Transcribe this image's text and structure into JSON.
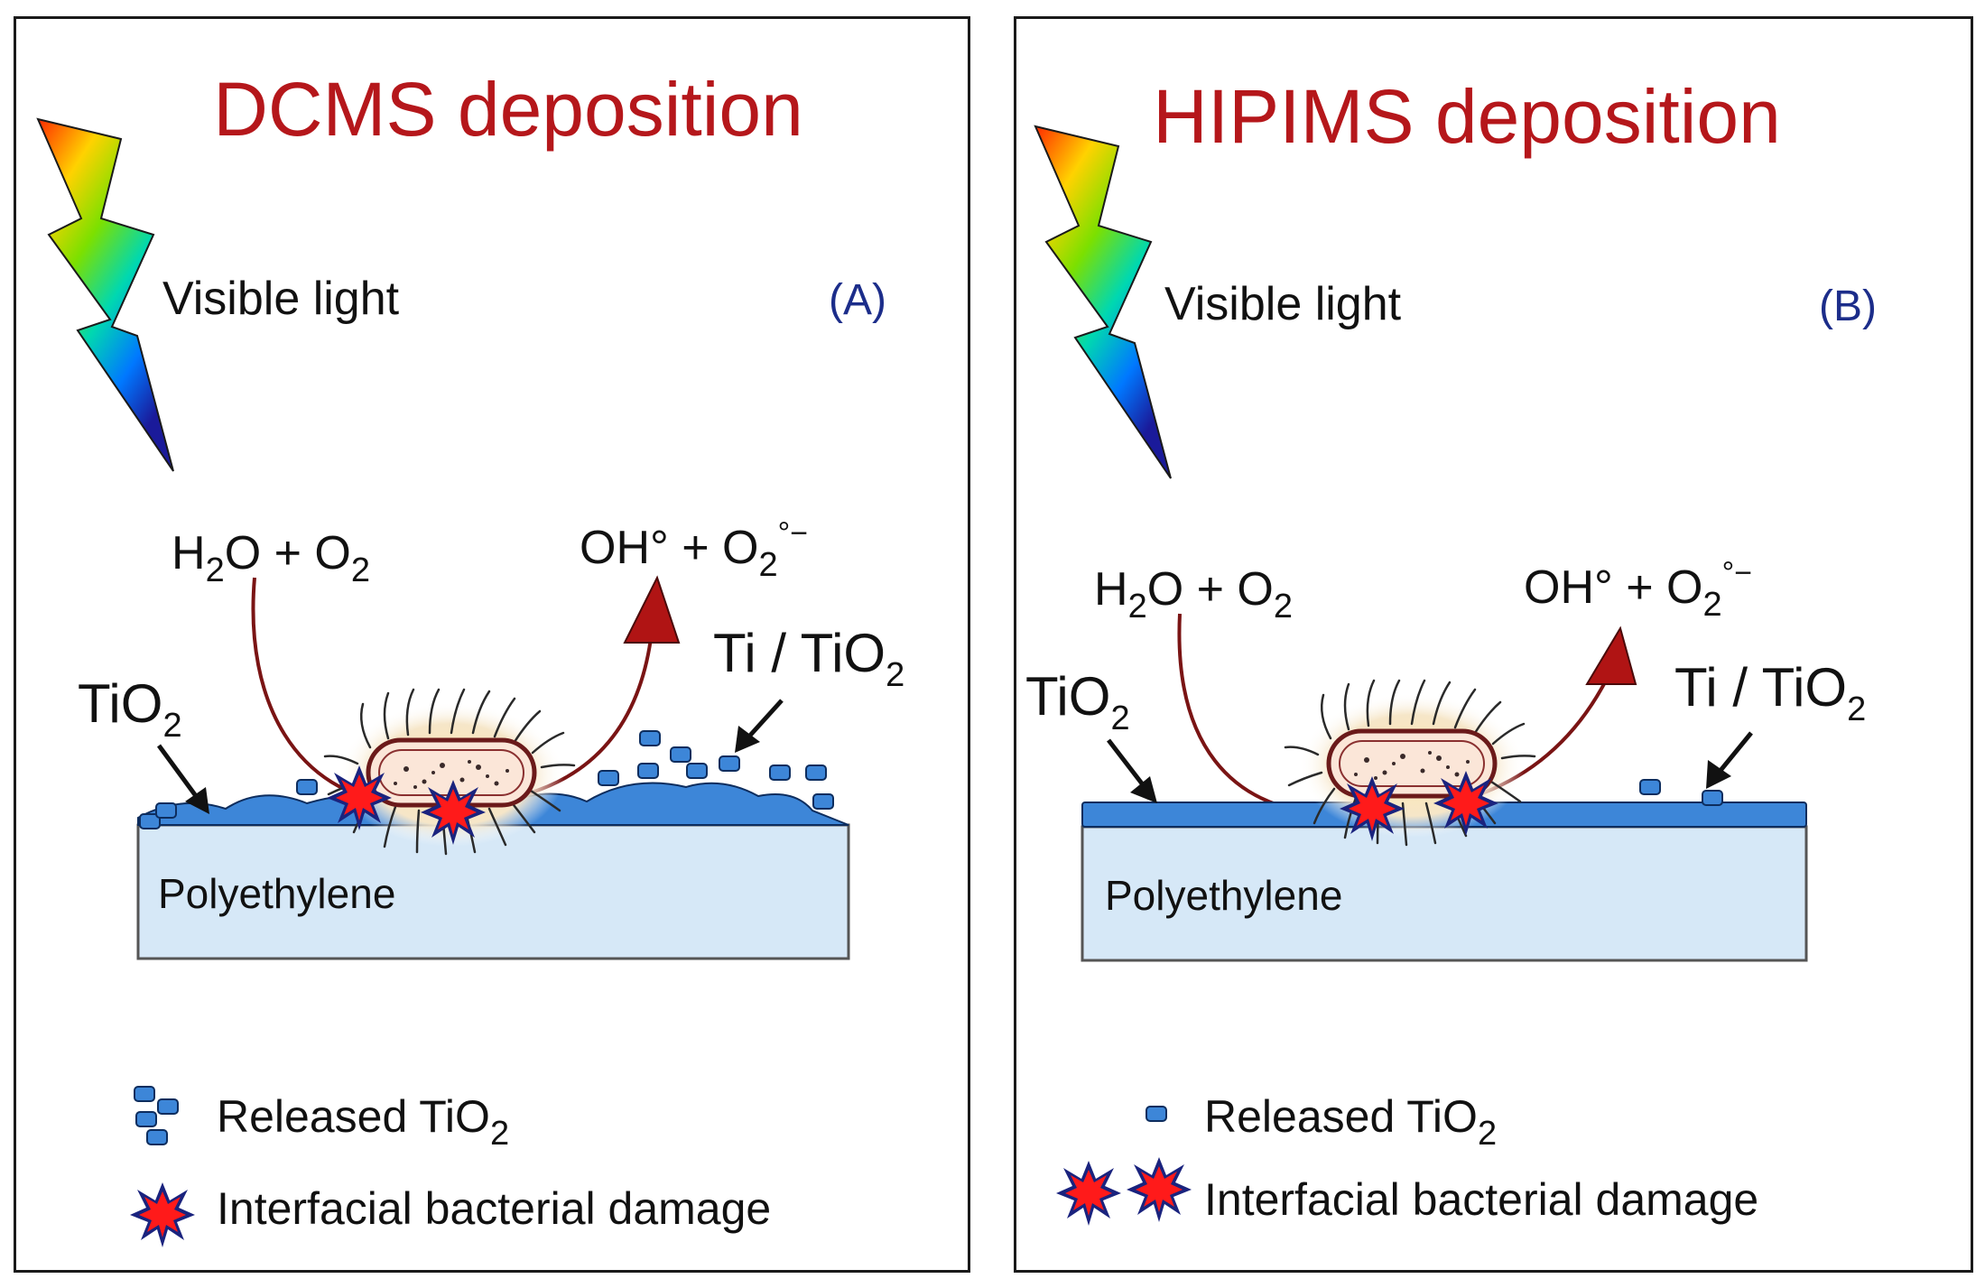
{
  "colors": {
    "title": "#b5171b",
    "panel_label": "#1c2d8a",
    "tio2_layer": "#3d86d8",
    "polyethylene": "#d6e8f7",
    "arrow": "#7a1414",
    "arrow_head": "#b01414",
    "damage": "#ff1a1a"
  },
  "icons": [
    "lightning-bolt-icon",
    "bacterium-icon",
    "damage-star-icon",
    "particle-icon"
  ],
  "panel_a": {
    "title": "DCMS deposition",
    "label": "(A)",
    "light": "Visible light",
    "reactants": {
      "a": "H",
      "a_sub": "2",
      "b": "O + O",
      "b_sub": "2"
    },
    "products": {
      "a": "OH° + O",
      "a_sub": "2",
      "a_sup": "°−"
    },
    "tio2": {
      "a": "TiO",
      "sub": "2"
    },
    "ti_tio2": {
      "a": "Ti / TiO",
      "sub": "2"
    },
    "substrate": "Polyethylene",
    "legend": {
      "released": {
        "a": "Released TiO",
        "sub": "2"
      },
      "damage": "Interfacial bacterial damage"
    }
  },
  "panel_b": {
    "title": "HIPIMS deposition",
    "label": "(B)",
    "light": "Visible light",
    "reactants": {
      "a": "H",
      "a_sub": "2",
      "b": "O + O",
      "b_sub": "2"
    },
    "products": {
      "a": "OH° + O",
      "a_sub": "2",
      "a_sup": "°−"
    },
    "tio2": {
      "a": "TiO",
      "sub": "2"
    },
    "ti_tio2": {
      "a": "Ti / TiO",
      "sub": "2"
    },
    "substrate": "Polyethylene",
    "legend": {
      "released": {
        "a": "Released TiO",
        "sub": "2"
      },
      "damage": "Interfacial bacterial damage"
    }
  }
}
